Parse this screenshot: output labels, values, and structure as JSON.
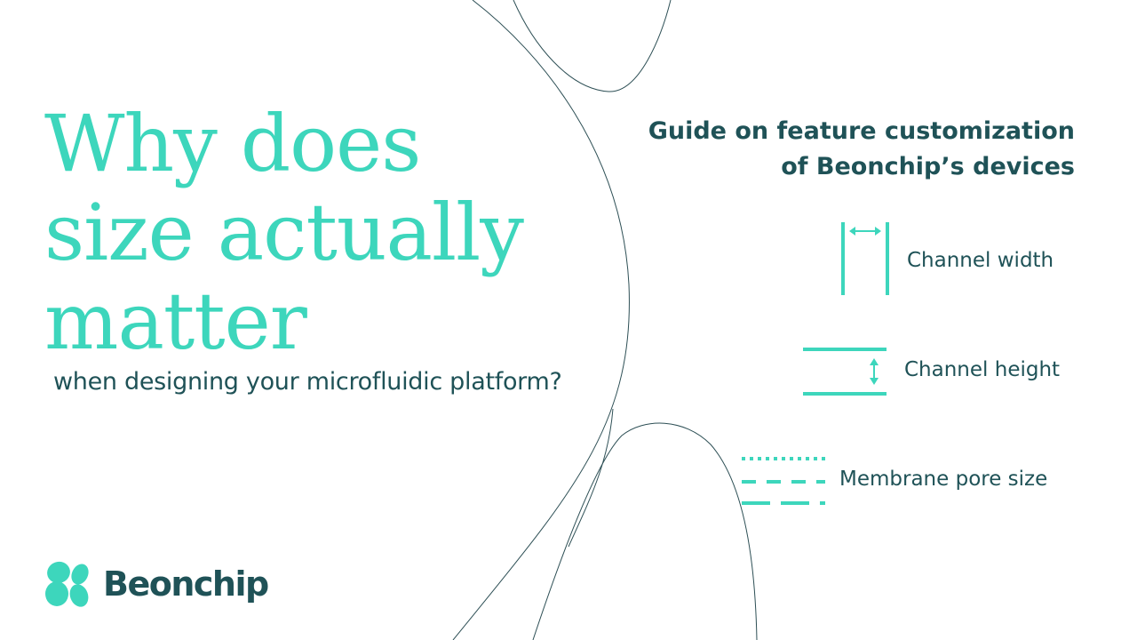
{
  "headline": {
    "lines": [
      "Why does",
      "size actually",
      "matter"
    ],
    "subtitle": "when designing your microfluidic platform?"
  },
  "guide": {
    "title_lines": [
      "Guide on feature customization",
      "of Beonchip’s devices"
    ]
  },
  "features": [
    {
      "label": "Channel width",
      "icon": "channel-width-icon"
    },
    {
      "label": "Channel height",
      "icon": "channel-height-icon"
    },
    {
      "label": "Membrane pore size",
      "icon": "membrane-pore-size-icon"
    }
  ],
  "brand": {
    "name": "Beonchip",
    "logo_icon": "beonchip-logo-icon"
  },
  "colors": {
    "accent": "#3dd6bc",
    "dark": "#1f5257",
    "background": "#ffffff",
    "curve": "#2d4f55"
  }
}
